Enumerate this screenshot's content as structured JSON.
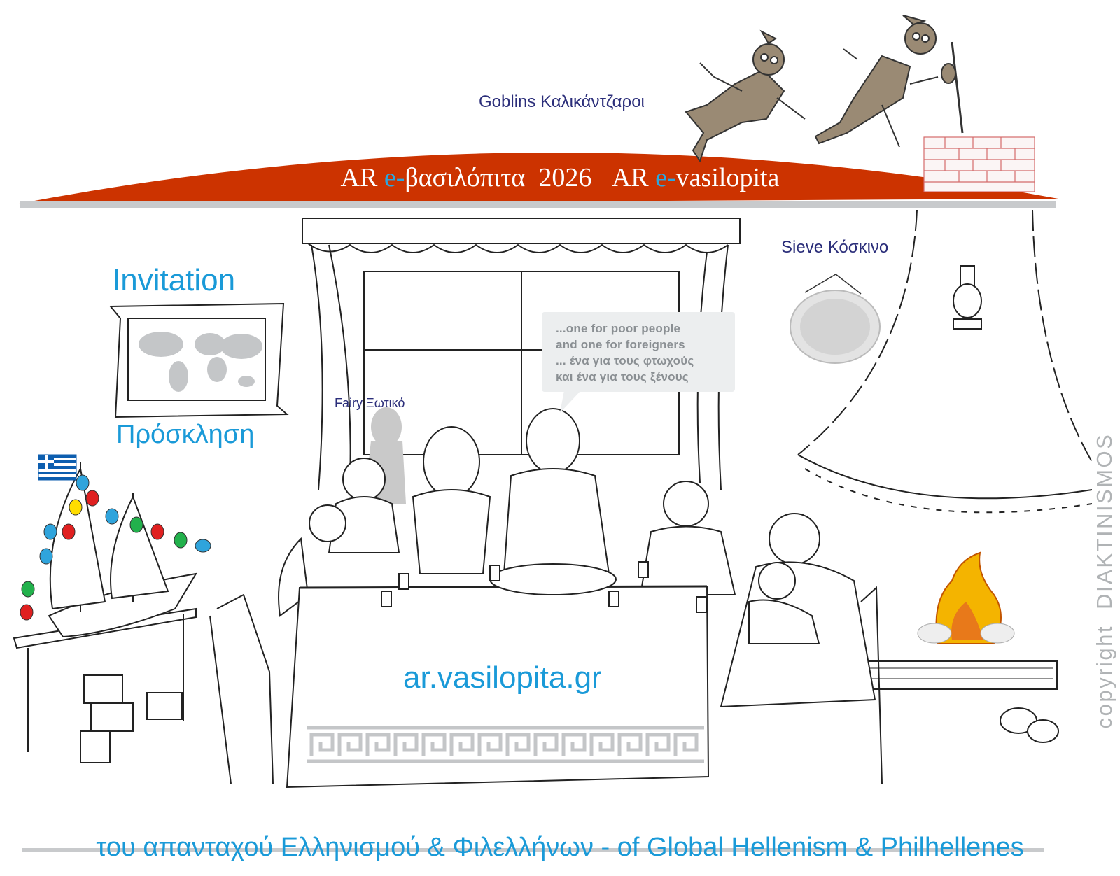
{
  "title": {
    "part1_prefix": "AR ",
    "part1_e": "e-",
    "part1_rest": "βασιλόπιτα  2026   AR ",
    "part2_e": "e-",
    "part2_rest": "vasilopita"
  },
  "labels": {
    "goblins": "Goblins Καλικάντζαροι",
    "sieve": "Sieve Κόσκινο",
    "fairy": "Fairy Ξωτικό",
    "invitation_en": "Invitation",
    "invitation_gr": "Πρόσκληση",
    "website": "ar.vasilopita.gr"
  },
  "speech_bubble": {
    "line1": "...one for poor people",
    "line2": "and one for foreigners",
    "line3": "... ένα για τους φτωχούς",
    "line4": "και ένα για τους ξένους"
  },
  "copyright": "copyright  DIAKTINISMOS",
  "footer": "του απανταχού Ελληνισμού & Φιλελλήνων - of Global Hellenism & Philhellenes",
  "colors": {
    "roof": "#cc3300",
    "accent_blue": "#1a9ad8",
    "label_dark": "#2b2e7a",
    "watermark": "#b0b3b5"
  }
}
